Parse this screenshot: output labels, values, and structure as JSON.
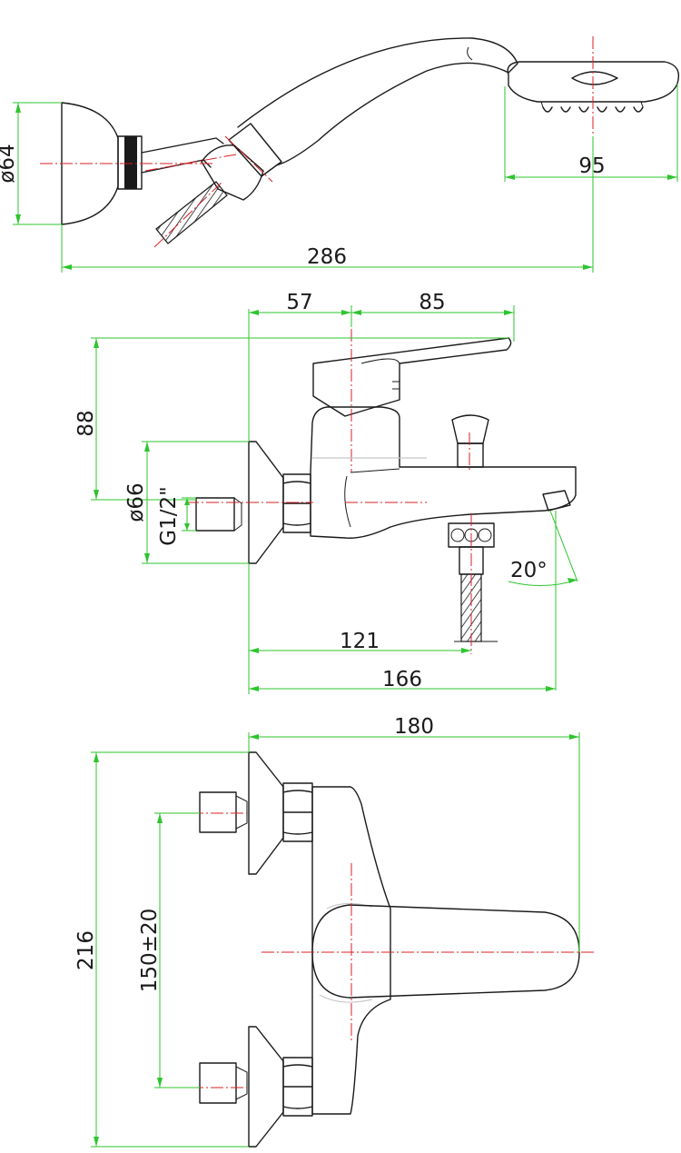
{
  "colors": {
    "outline": "#1a1a1a",
    "dimension_line": "#2ec52e",
    "center_line": "#d81f26",
    "background": "#ffffff"
  },
  "top_view": {
    "dim_bracket_diameter": "ø64",
    "dim_handset_width": "95",
    "dim_overall_length": "286"
  },
  "side_view": {
    "dim_handle_left": "57",
    "dim_handle_right": "85",
    "dim_handle_height": "88",
    "dim_flange_diameter": "ø66",
    "dim_thread": "G1/2\"",
    "dim_angle": "20°",
    "dim_hose_outlet": "121",
    "dim_spout_length": "166"
  },
  "front_view": {
    "dim_overall_width": "180",
    "dim_overall_height": "216",
    "dim_inlet_spacing": "150±20"
  }
}
